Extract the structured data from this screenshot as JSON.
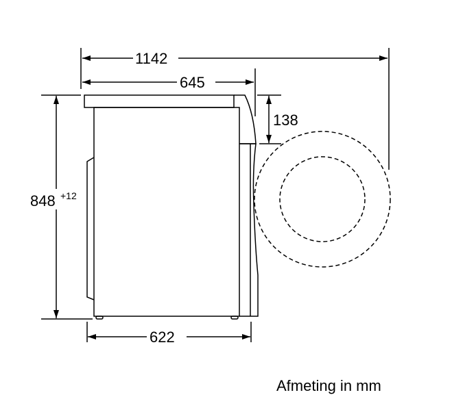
{
  "dimensions": {
    "depth_door_open": "1142",
    "depth_total": "645",
    "top_to_door": "138",
    "height": "848",
    "height_tolerance": "+12",
    "depth_body": "622"
  },
  "note": "Afmeting in mm"
}
